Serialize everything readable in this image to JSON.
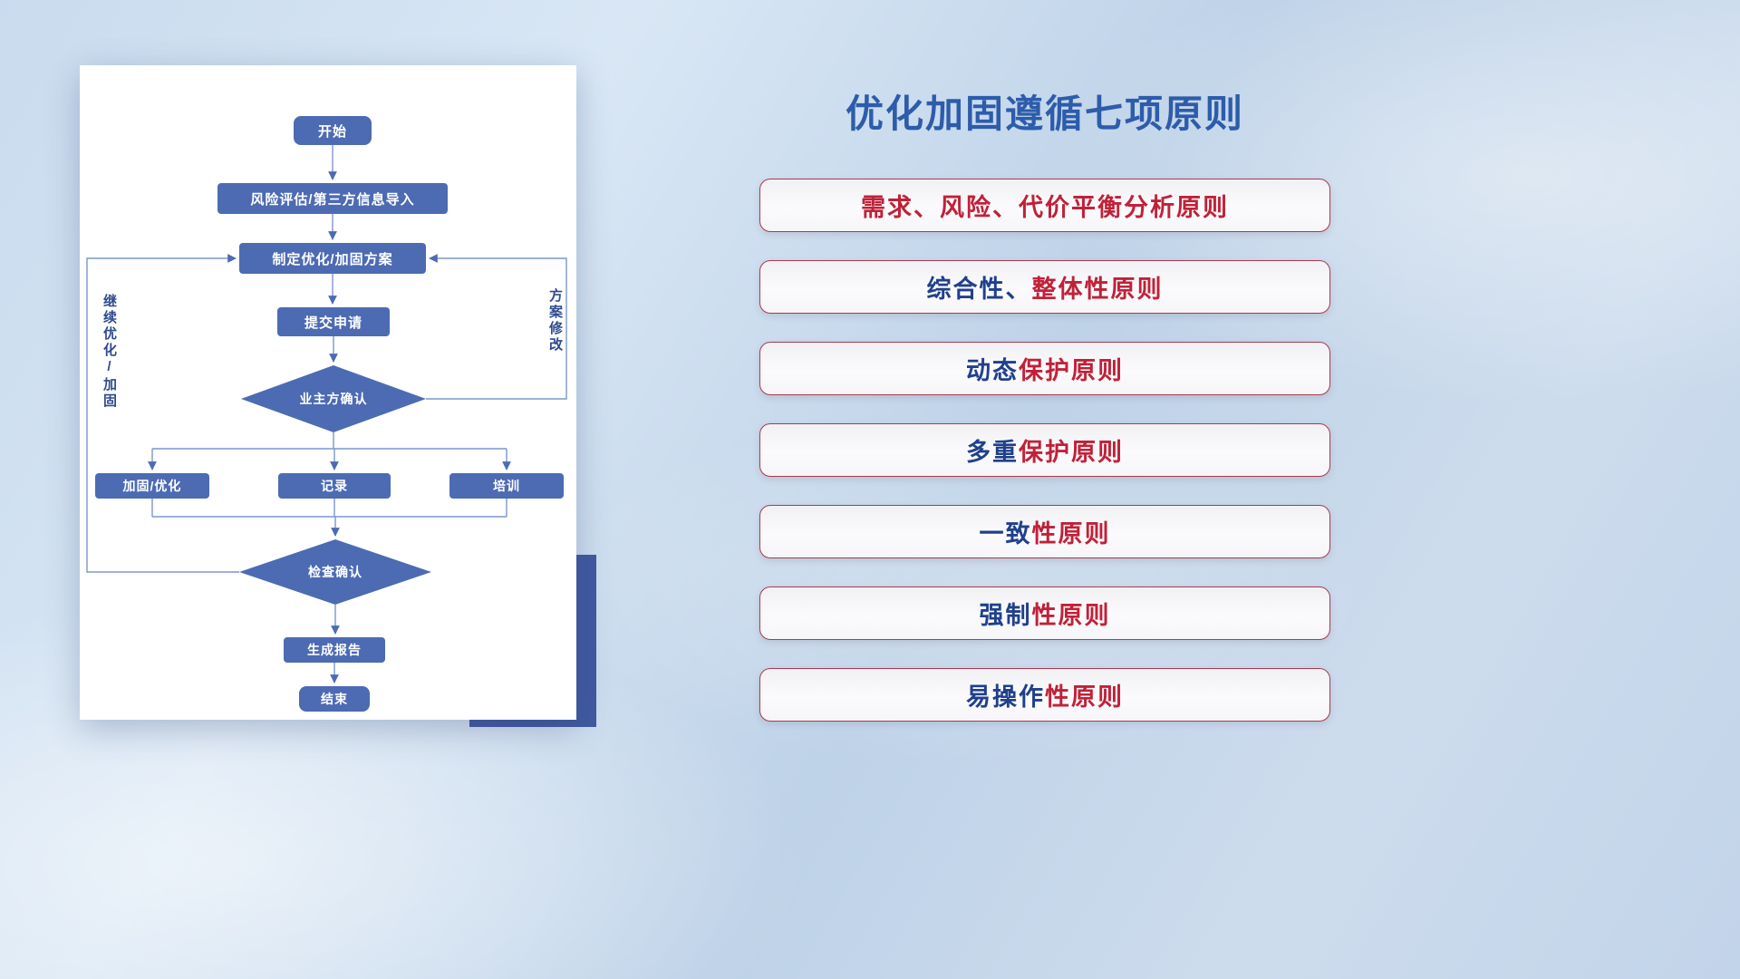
{
  "title": "优化加固遵循七项原则",
  "flowchart": {
    "nodes": {
      "start": "开始",
      "risk": "风险评估/第三方信息导入",
      "plan": "制定优化/加固方案",
      "submit": "提交申请",
      "owner_confirm": "业主方确认",
      "reinforce": "加固/优化",
      "record": "记录",
      "training": "培训",
      "check_confirm": "检查确认",
      "report": "生成报告",
      "end": "结束"
    },
    "labels": {
      "left_loop": "继续优化/加固",
      "right_loop": "方案修改"
    }
  },
  "principles": [
    {
      "part1": "",
      "part2": "需求、风险、代价平衡分析原则"
    },
    {
      "part1": "综合性、",
      "part2": "整体性原则"
    },
    {
      "part1": "动态",
      "part2": "保护原则"
    },
    {
      "part1": "多重",
      "part2": "保护原则"
    },
    {
      "part1": "一致",
      "part2": "性原则"
    },
    {
      "part1": "强制",
      "part2": "性原则"
    },
    {
      "part1": "易操作",
      "part2": "性原则"
    }
  ],
  "colors": {
    "node_fill": "#4d6bb3",
    "connector": "#7a97cc",
    "title_blue": "#2d5cab",
    "principle_blue": "#20408c",
    "principle_red": "#c12138",
    "box_border": "#a93a4e",
    "accent_block": "#41599f"
  }
}
